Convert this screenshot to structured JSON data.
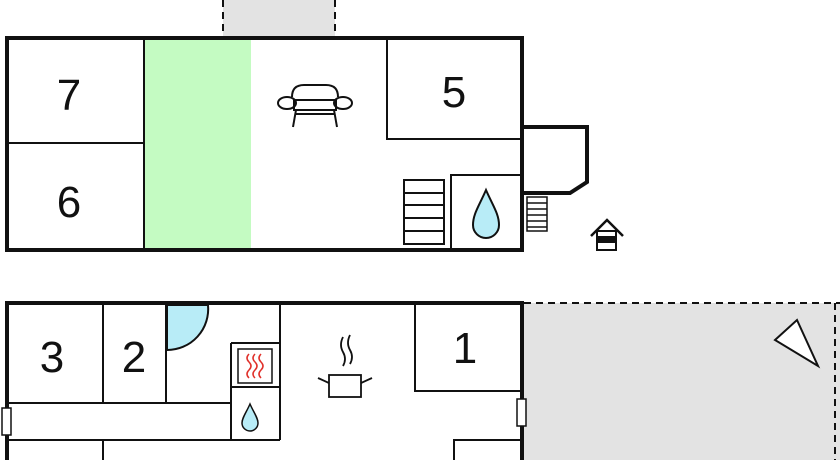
{
  "floor_plan": {
    "upper_floor": {
      "rooms": [
        {
          "id": "room-7",
          "label": "7"
        },
        {
          "id": "room-6",
          "label": "6"
        },
        {
          "id": "room-5",
          "label": "5"
        }
      ],
      "icons": [
        "sofa-icon",
        "stairs-icon",
        "shower-icon",
        "balcony-stairs-icon",
        "house-icon"
      ]
    },
    "lower_floor": {
      "rooms": [
        {
          "id": "room-3",
          "label": "3"
        },
        {
          "id": "room-2",
          "label": "2"
        },
        {
          "id": "room-1",
          "label": "1"
        }
      ],
      "icons": [
        "heater-icon",
        "water-drop-icon",
        "cooking-pot-icon",
        "terrace-flag-icon"
      ]
    },
    "colors": {
      "wall": "#111111",
      "green_area": "#c4fbc2",
      "shower": "#b8ecf7",
      "terrace": "#e3e3e3",
      "heater": "#e0302a"
    }
  }
}
